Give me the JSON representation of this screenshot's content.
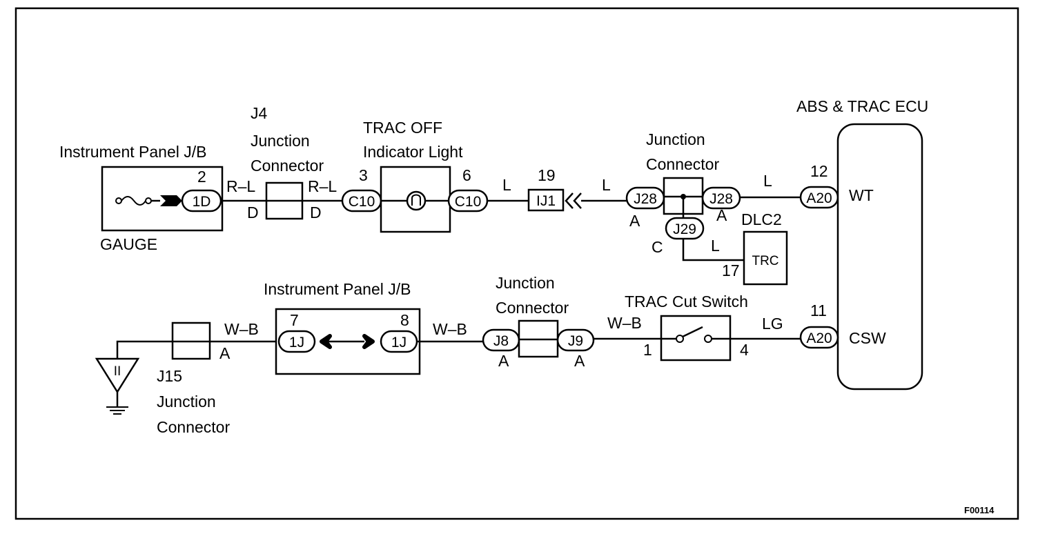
{
  "labels": {
    "ip_jb_top": "Instrument Panel J/B",
    "gauge": "GAUGE",
    "j4_name": "J4",
    "j4_junction": "Junction",
    "j4_connector": "Connector",
    "trac_off_1": "TRAC OFF",
    "trac_off_2": "Indicator Light",
    "jc_top_1": "Junction",
    "jc_top_2": "Connector",
    "ecu": "ABS & TRAC ECU",
    "dlc2": "DLC2",
    "ip_jb_bottom": "Instrument Panel J/B",
    "jc_bottom_1": "Junction",
    "jc_bottom_2": "Connector",
    "trac_cut": "TRAC Cut Switch",
    "j15_name": "J15",
    "j15_junction": "Junction",
    "j15_connector": "Connector",
    "figure_id": "F00114"
  },
  "ecu_terminals": {
    "wt": "WT",
    "csw": "CSW"
  },
  "connectors": {
    "c_1d": "1D",
    "c_c10_left": "C10",
    "c_c10_right": "C10",
    "c_ij1": "IJ1",
    "c_j28_left": "J28",
    "c_j28_right": "J28",
    "c_j29": "J29",
    "c_a20_top": "A20",
    "c_a20_bottom": "A20",
    "c_1j_left": "1J",
    "c_1j_right": "1J",
    "c_j8": "J8",
    "c_j9": "J9",
    "trc": "TRC"
  },
  "pins": {
    "p_2": "2",
    "p_3": "3",
    "p_6": "6",
    "p_19": "19",
    "p_12": "12",
    "p_17": "17",
    "p_7": "7",
    "p_8": "8",
    "p_11": "11",
    "p_1": "1",
    "p_4": "4"
  },
  "wire_colors": {
    "w_rl_1": "R–L",
    "w_rl_2": "R–L",
    "w_l_1": "L",
    "w_l_2": "L",
    "w_l_3": "L",
    "w_l_4": "L",
    "w_wb_1": "W–B",
    "w_wb_2": "W–B",
    "w_wb_3": "W–B",
    "w_lg": "LG"
  },
  "connector_types": {
    "t_d1": "D",
    "t_d2": "D",
    "t_a1": "A",
    "t_a2": "A",
    "t_c": "C",
    "t_a3": "A",
    "t_a4": "A",
    "t_a5": "A"
  },
  "ground_symbol": "II"
}
